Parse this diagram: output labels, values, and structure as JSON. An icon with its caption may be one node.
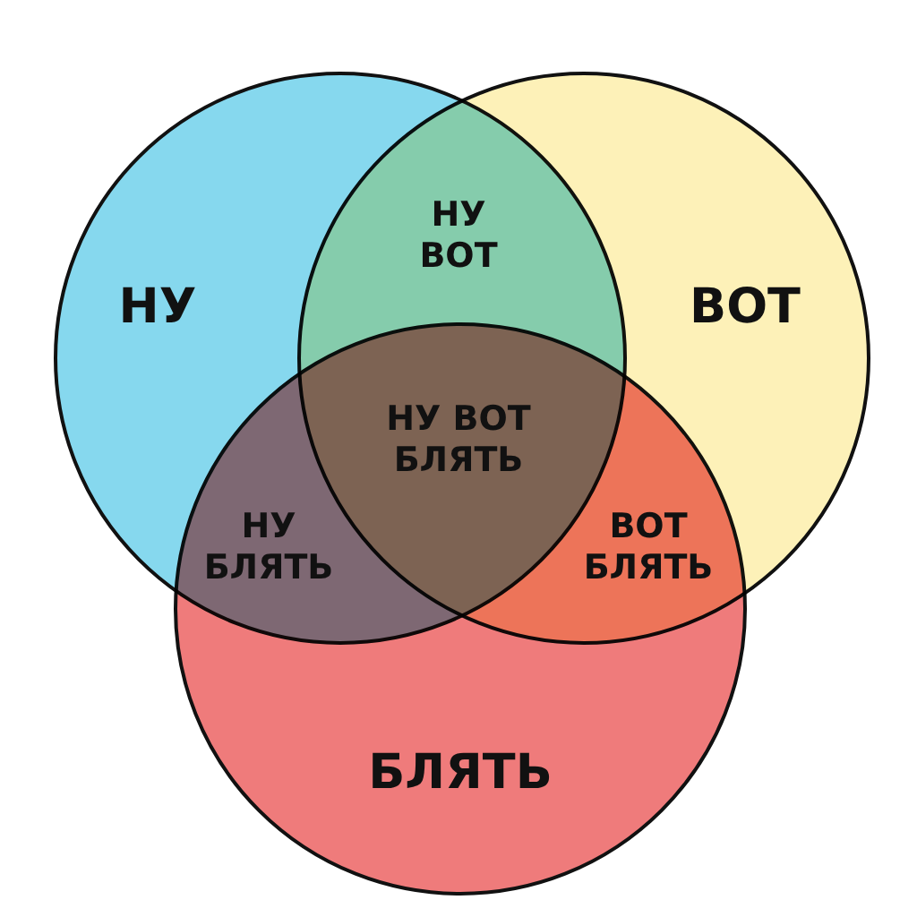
{
  "diagram": {
    "nodes": [
      {
        "text": [
          "НУ"
        ]
      },
      {
        "text": [
          "ВОТ"
        ]
      },
      {
        "text": [
          "БЛЯТЬ"
        ]
      }
    ],
    "labels": [
      "НУ ВОТ",
      "НУ ВОТ БЛЯТЬ",
      "НУ БЛЯТЬ",
      "ВОТ БЛЯТЬ"
    ]
  }
}
